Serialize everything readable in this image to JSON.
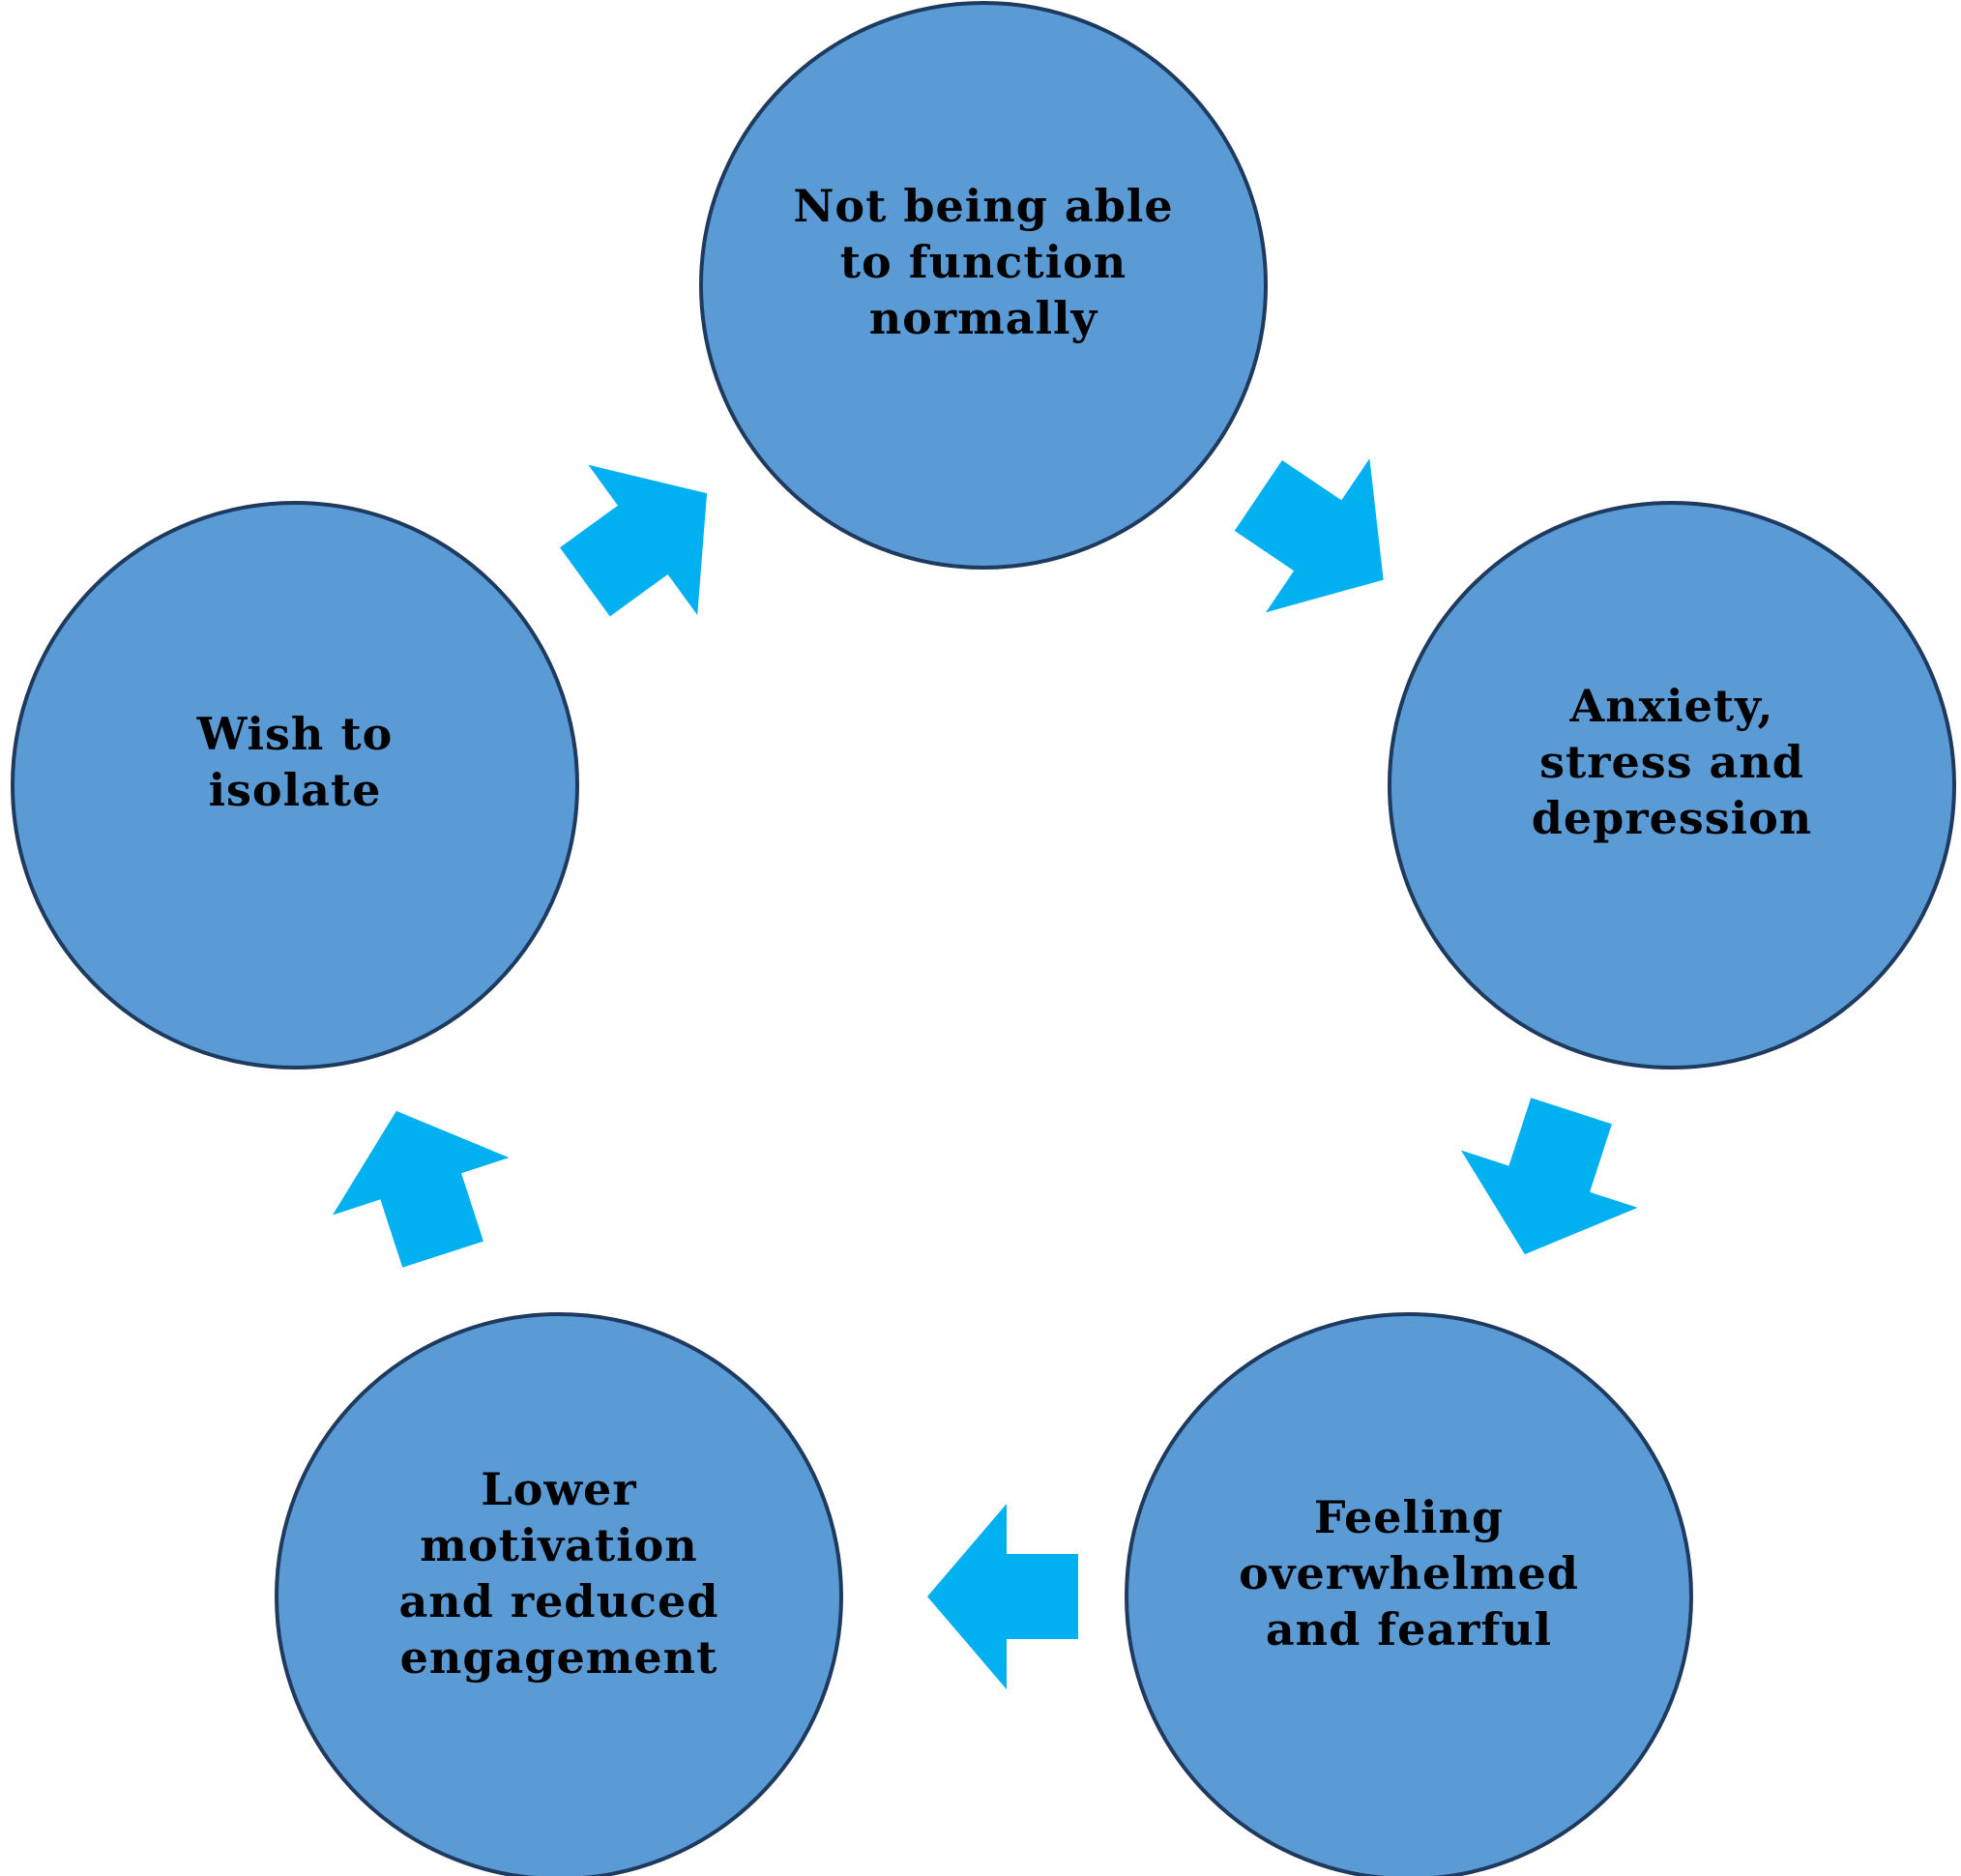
{
  "diagram": {
    "type": "cycle",
    "colors": {
      "node_fill": "#5B9BD5",
      "node_stroke": "#1F3A5F",
      "arrow_fill": "#00B0F0",
      "text": "#000000",
      "background": "#FFFFFF"
    },
    "nodes": [
      {
        "id": "n1",
        "lines": [
          "Not being able",
          "to function",
          "normally"
        ]
      },
      {
        "id": "n2",
        "lines": [
          "Anxiety,",
          "stress and",
          "depression"
        ]
      },
      {
        "id": "n3",
        "lines": [
          "Feeling",
          "overwhelmed",
          "and fearful"
        ]
      },
      {
        "id": "n4",
        "lines": [
          "Lower",
          "motivation",
          "and reduced",
          "engagement"
        ]
      },
      {
        "id": "n5",
        "lines": [
          "Wish to",
          "isolate"
        ]
      }
    ],
    "arrows": [
      {
        "from": "n1",
        "to": "n2",
        "icon": "right-arrow-icon"
      },
      {
        "from": "n2",
        "to": "n3",
        "icon": "right-arrow-icon"
      },
      {
        "from": "n3",
        "to": "n4",
        "icon": "right-arrow-icon"
      },
      {
        "from": "n4",
        "to": "n5",
        "icon": "right-arrow-icon"
      },
      {
        "from": "n5",
        "to": "n1",
        "icon": "right-arrow-icon"
      }
    ]
  }
}
